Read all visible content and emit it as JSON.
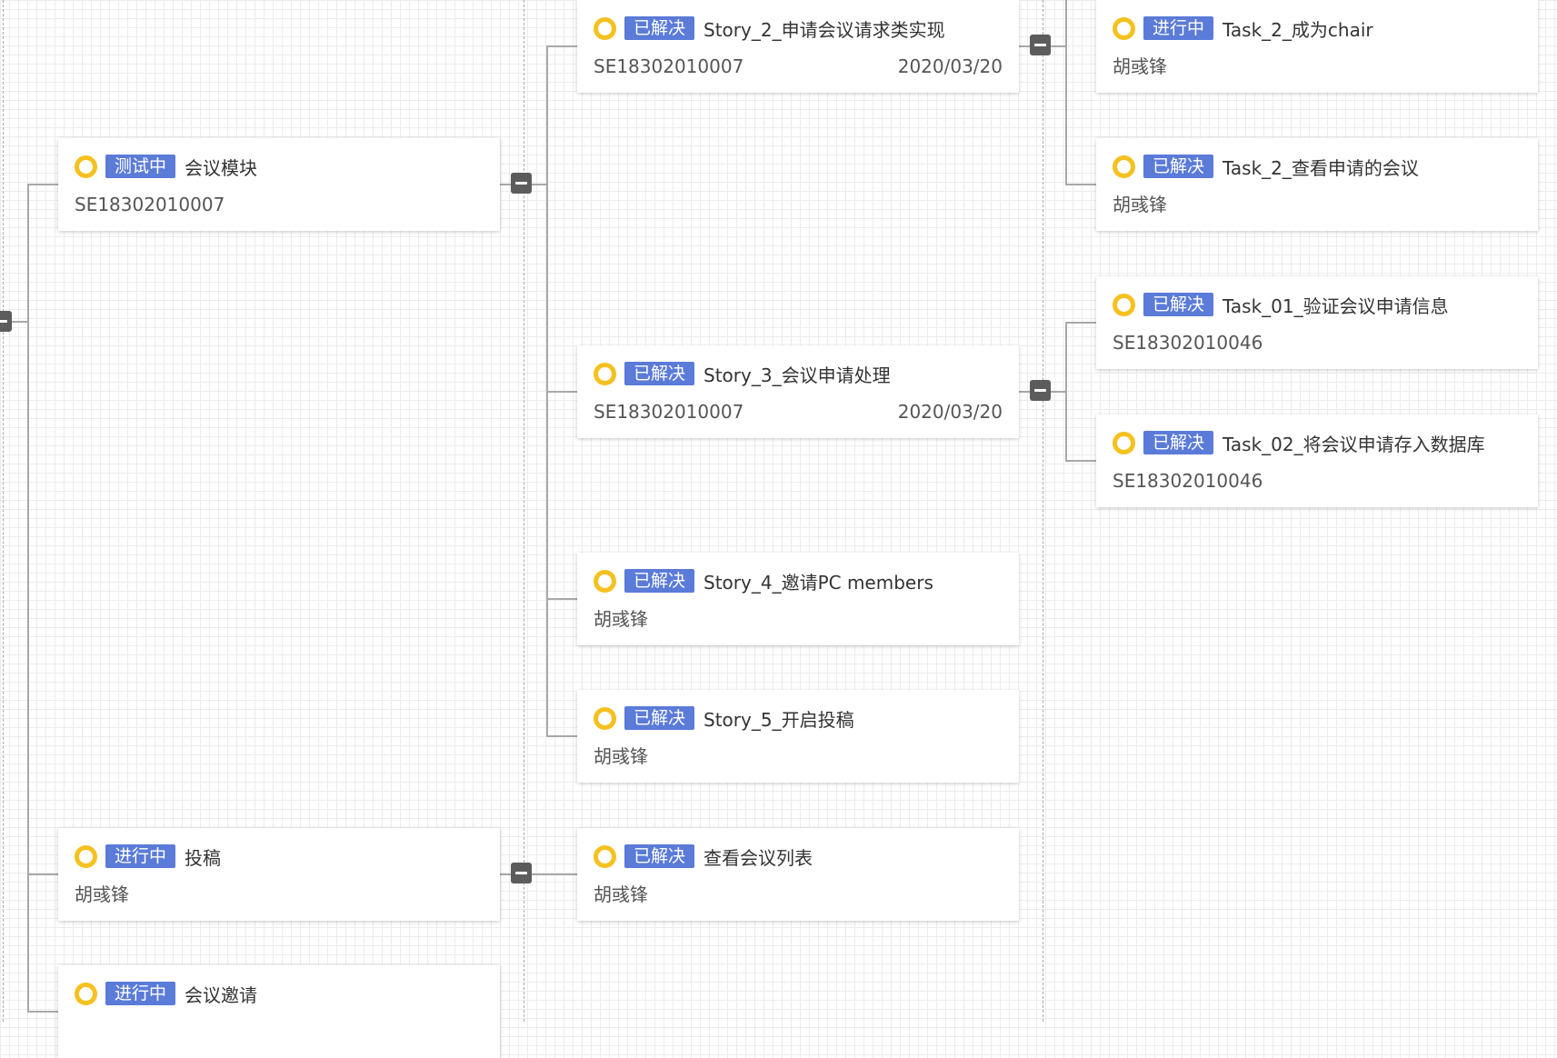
{
  "colors": {
    "badge_bg": "#5b7bd8",
    "status_ring": "#f5c120",
    "connector": "#a8a8a8",
    "toggle": "#5c5c5c"
  },
  "modules": [
    {
      "status": "测试中",
      "title": "会议模块",
      "sub": "SE18302010007"
    },
    {
      "status": "进行中",
      "title": "投稿",
      "sub": "胡彧锋"
    },
    {
      "status": "进行中",
      "title": "会议邀请",
      "sub": ""
    }
  ],
  "stories": [
    {
      "status": "已解决",
      "title": "Story_2_申请会议请求类实现",
      "sub": "SE18302010007",
      "date": "2020/03/20"
    },
    {
      "status": "已解决",
      "title": "Story_3_会议申请处理",
      "sub": "SE18302010007",
      "date": "2020/03/20"
    },
    {
      "status": "已解决",
      "title": "Story_4_邀请PC members",
      "sub": "胡彧锋",
      "date": ""
    },
    {
      "status": "已解决",
      "title": "Story_5_开启投稿",
      "sub": "胡彧锋",
      "date": ""
    },
    {
      "status": "已解决",
      "title": "查看会议列表",
      "sub": "胡彧锋",
      "date": ""
    }
  ],
  "tasks": [
    {
      "status": "进行中",
      "title": "Task_2_成为chair",
      "sub": "胡彧锋"
    },
    {
      "status": "已解决",
      "title": "Task_2_查看申请的会议",
      "sub": "胡彧锋"
    },
    {
      "status": "已解决",
      "title": "Task_01_验证会议申请信息",
      "sub": "SE18302010046"
    },
    {
      "status": "已解决",
      "title": "Task_02_将会议申请存入数据库",
      "sub": "SE18302010046"
    }
  ]
}
